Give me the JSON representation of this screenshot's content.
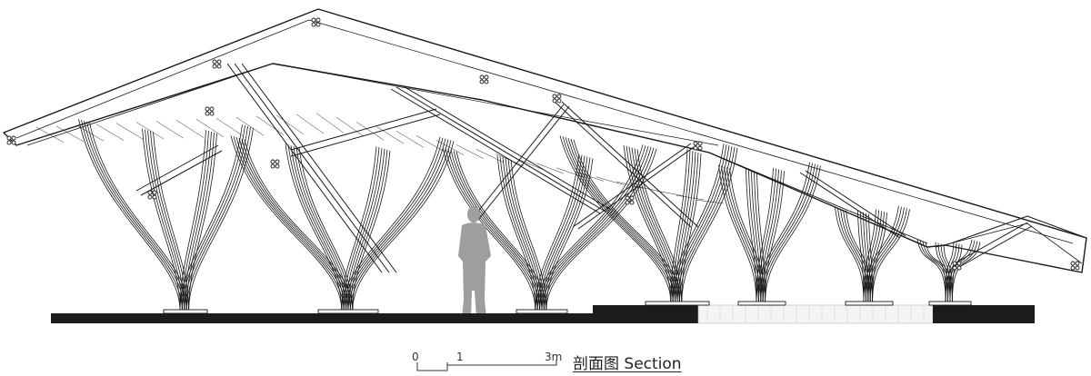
{
  "scale_bar": {
    "label_0": "0",
    "label_1": "1",
    "label_3": "3m"
  },
  "caption": "剖面图 Section",
  "colors": {
    "line": "#1a1a1a",
    "ground": "#1c1c1c",
    "figure": "#9e9e9e",
    "paving": "#f4f4f4",
    "background": "#ffffff"
  }
}
